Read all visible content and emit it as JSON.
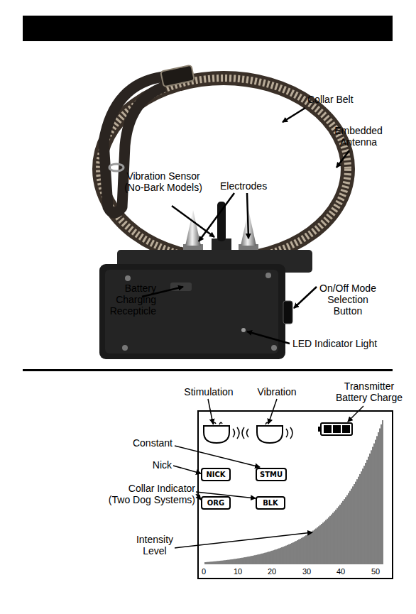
{
  "diagram": {
    "nodes": [
      {
        "text": [
          "NICK"
        ]
      },
      {
        "text": [
          "STMU"
        ]
      },
      {
        "text": [
          "ORG"
        ]
      },
      {
        "text": [
          "BLK"
        ]
      }
    ],
    "labels": [
      "Collar Belt",
      "Embedded Antenna",
      "Vibration Sensor (No-Bark Models)",
      "Electrodes",
      "Battery Charging Recepticle",
      "On/Off Mode Selection Button",
      "LED Indicator Light",
      "Stimulation",
      "Vibration",
      "Transmitter Battery Charge",
      "Constant",
      "Nick",
      "Collar Indicator (Two Dog Systems)",
      "Intensity Level",
      "0",
      "10",
      "20",
      "30",
      "40",
      "50"
    ]
  }
}
